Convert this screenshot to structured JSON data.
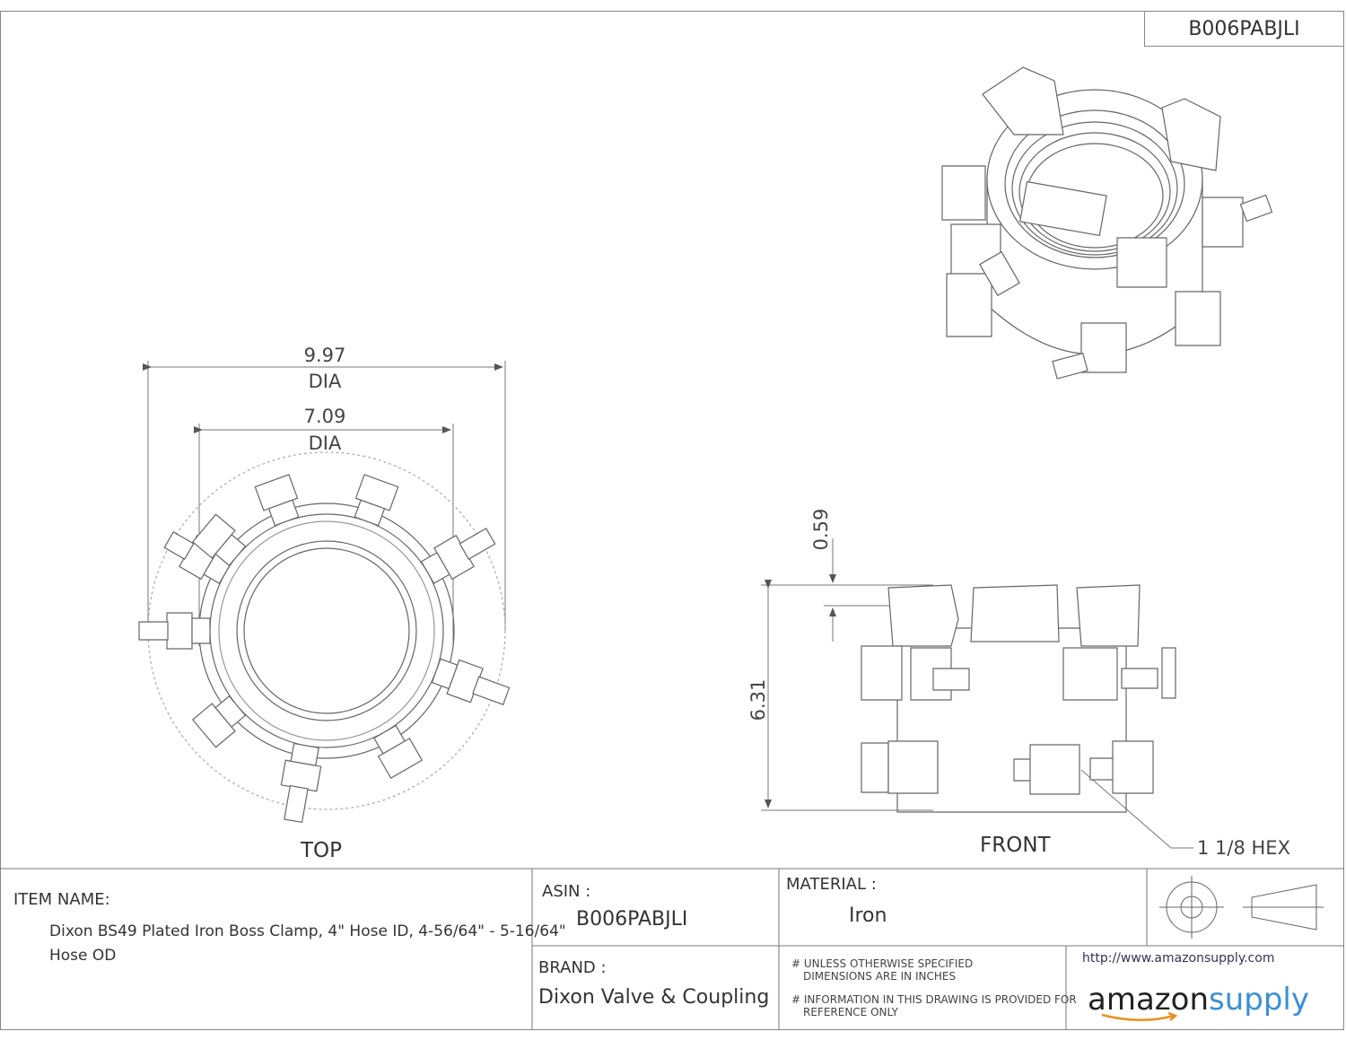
{
  "header": {
    "asin_id": "B006PABJLI"
  },
  "views": {
    "top": {
      "label": "TOP",
      "outer_diameter": {
        "value": "9.97",
        "unit": "DIA"
      },
      "inner_diameter": {
        "value": "7.09",
        "unit": "DIA"
      }
    },
    "front": {
      "label": "FRONT",
      "height": "6.31",
      "offset": "0.59",
      "hex_callout": "1 1/8 HEX"
    }
  },
  "title_block": {
    "item_name_label": "ITEM NAME:",
    "item_name_line1": "Dixon BS49 Plated Iron Boss Clamp, 4\" Hose ID, 4-56/64\" - 5-16/64\"",
    "item_name_line2": "Hose OD",
    "asin_label": "ASIN :",
    "asin_value": "B006PABJLI",
    "material_label": "MATERIAL :",
    "material_value": "Iron",
    "brand_label": "BRAND :",
    "brand_value": "Dixon Valve & Coupling",
    "note1_line1": "# UNLESS OTHERWISE SPECIFIED",
    "note1_line2": "DIMENSIONS ARE IN INCHES",
    "note2_line1": "# INFORMATION IN THIS DRAWING IS PROVIDED FOR",
    "note2_line2": "REFERENCE ONLY",
    "url": "http://www.amazonsupply.com",
    "logo_word1": "amazon",
    "logo_word2": "supply",
    "colors": {
      "logo_dark": "#222222",
      "logo_accent": "#3a8fd6"
    }
  }
}
